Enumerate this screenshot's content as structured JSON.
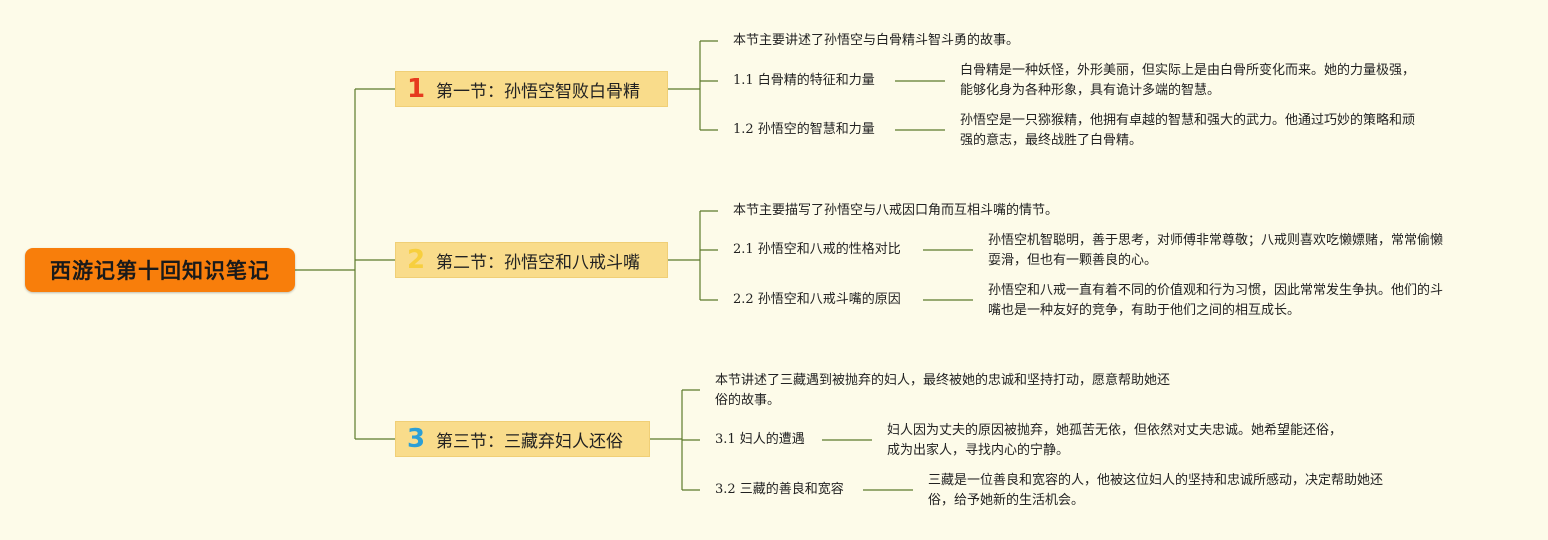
{
  "root": {
    "title": "西游记第十回知识笔记"
  },
  "sections": [
    {
      "number": "1",
      "number_color": "#e63a1e",
      "title": "第一节：孙悟空智败白骨精",
      "summary": "本节主要讲述了孙悟空与白骨精斗智斗勇的故事。",
      "subs": [
        {
          "label": "1.1 白骨精的特征和力量",
          "detail_lines": [
            "白骨精是一种妖怪，外形美丽，但实际上是由白骨所变化而来。她的力量极强，",
            "能够化身为各种形象，具有诡计多端的智慧。"
          ]
        },
        {
          "label": "1.2 孙悟空的智慧和力量",
          "detail_lines": [
            "孙悟空是一只猕猴精，他拥有卓越的智慧和强大的武力。他通过巧妙的策略和顽",
            "强的意志，最终战胜了白骨精。"
          ]
        }
      ]
    },
    {
      "number": "2",
      "number_color": "#f7cf3e",
      "title": "第二节：孙悟空和八戒斗嘴",
      "summary": "本节主要描写了孙悟空与八戒因口角而互相斗嘴的情节。",
      "subs": [
        {
          "label": "2.1 孙悟空和八戒的性格对比",
          "detail_lines": [
            "孙悟空机智聪明，善于思考，对师傅非常尊敬；八戒则喜欢吃懒嫖赌，常常偷懒",
            "耍滑，但也有一颗善良的心。"
          ]
        },
        {
          "label": "2.2 孙悟空和八戒斗嘴的原因",
          "detail_lines": [
            "孙悟空和八戒一直有着不同的价值观和行为习惯，因此常常发生争执。他们的斗",
            "嘴也是一种友好的竞争，有助于他们之间的相互成长。"
          ]
        }
      ]
    },
    {
      "number": "3",
      "number_color": "#2c9fd6",
      "title": "第三节：三藏弃妇人还俗",
      "summary_lines": [
        "本节讲述了三藏遇到被抛弃的妇人，最终被她的忠诚和坚持打动，愿意帮助她还",
        "俗的故事。"
      ],
      "subs": [
        {
          "label": "3.1 妇人的遭遇",
          "detail_lines": [
            "妇人因为丈夫的原因被抛弃，她孤苦无依，但依然对丈夫忠诚。她希望能还俗，",
            "成为出家人，寻找内心的宁静。"
          ]
        },
        {
          "label": "3.2 三藏的善良和宽容",
          "detail_lines": [
            "三藏是一位善良和宽容的人，他被这位妇人的坚持和忠诚所感动，决定帮助她还",
            "俗，给予她新的生活机会。"
          ]
        }
      ]
    }
  ],
  "colors": {
    "root": "#f87e0b",
    "section": "#f9dc8b",
    "line": "#5d7a2b",
    "background": "#fdfbe9"
  }
}
